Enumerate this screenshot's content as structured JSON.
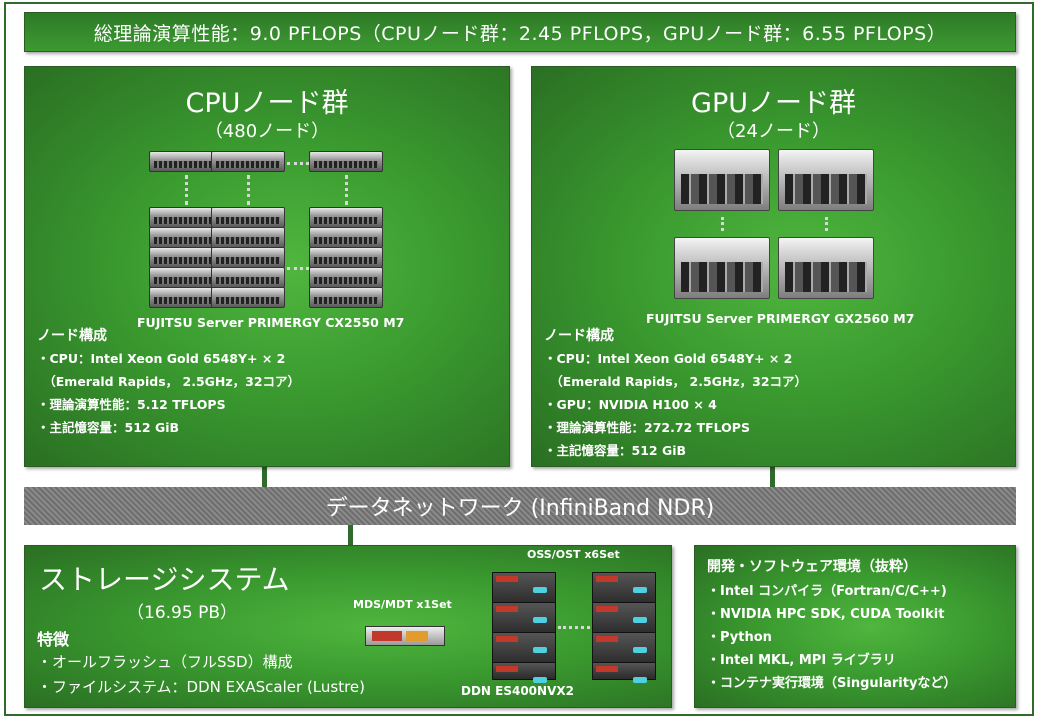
{
  "banner": "総理論演算性能：9.0 PFLOPS（CPUノード群：2.45 PFLOPS，GPUノード群：6.55 PFLOPS）",
  "cpu": {
    "title": "CPUノード群",
    "subtitle": "（480ノード）",
    "model": "FUJITSU Server PRIMERGY CX2550 M7",
    "spec_heading": "ノード構成",
    "specs": [
      "・CPU：Intel Xeon Gold 6548Y+ × 2",
      "　（Emerald Rapids， 2.5GHz，32コア）",
      "・理論演算性能：5.12 TFLOPS",
      "・主記憶容量：512 GiB"
    ]
  },
  "gpu": {
    "title": "GPUノード群",
    "subtitle": "（24ノード）",
    "model": "FUJITSU Server PRIMERGY GX2560 M7",
    "spec_heading": "ノード構成",
    "specs": [
      "・CPU：Intel Xeon Gold 6548Y+ × 2",
      "　（Emerald Rapids， 2.5GHz，32コア）",
      "・GPU：NVIDIA H100 × 4",
      "・理論演算性能：272.72 TFLOPS",
      "・主記憶容量：512 GiB"
    ]
  },
  "network": "データネットワーク (InfiniBand NDR)",
  "storage": {
    "title": "ストレージシステム",
    "subtitle": "（16.95 PB）",
    "feature_heading": "特徴",
    "features": [
      "・オールフラッシュ（フルSSD）構成",
      "・ファイルシステム：DDN EXAScaler (Lustre)"
    ],
    "mds_label": "MDS/MDT x1Set",
    "oss_label": "OSS/OST x6Set",
    "device_label": "DDN ES400NVX2"
  },
  "software": {
    "heading": "開発・ソフトウェア環境（抜粋）",
    "items": [
      "・Intel コンパイラ（Fortran/C/C++)",
      "・NVIDIA HPC SDK, CUDA Toolkit",
      "・Python",
      "・Intel MKL, MPI ライブラリ",
      "・コンテナ実行環境（Singularityなど）"
    ]
  },
  "colors": {
    "panel_green": "#3a9a2f",
    "border_green": "#2f6b2a",
    "network_gray": "#7a7a7a"
  },
  "icons": [
    "cpu-server-icon",
    "gpu-server-icon",
    "storage-array-icon",
    "mds-server-icon"
  ]
}
